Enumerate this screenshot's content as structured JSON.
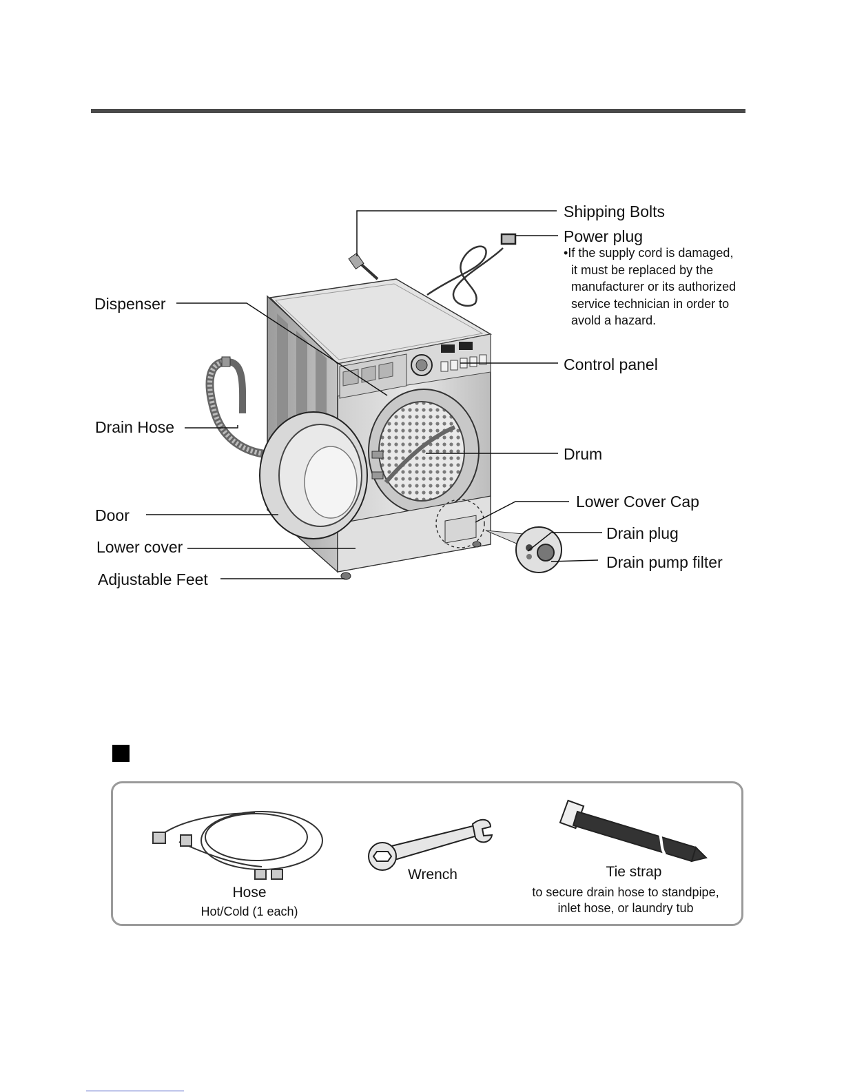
{
  "callouts": {
    "shipping_bolts": "Shipping Bolts",
    "power_plug": "Power plug",
    "power_note": {
      "bullet": "•",
      "lines": [
        "If the supply cord is damaged,",
        "it must be replaced by the",
        "manufacturer or its authorized",
        "service technician in order to",
        "avold a hazard."
      ]
    },
    "dispenser": "Dispenser",
    "control_panel": "Control panel",
    "drain_hose": "Drain Hose",
    "drum": "Drum",
    "lower_cover_cap": "Lower Cover Cap",
    "door": "Door",
    "drain_plug": "Drain plug",
    "lower_cover": "Lower cover",
    "drain_pump_filter": "Drain pump filter",
    "adjustable_feet": "Adjustable Feet"
  },
  "accessories": {
    "hose": {
      "title": "Hose",
      "sub": "Hot/Cold (1 each)"
    },
    "wrench": {
      "title": "Wrench"
    },
    "tie_strap": {
      "title": "Tie strap",
      "sub_lines": [
        "to secure drain hose to standpipe,",
        "inlet hose, or laundry tub"
      ]
    }
  },
  "colors": {
    "rule": "#4a4a4a",
    "box_border": "#9a9a9a",
    "machine_body": "#d6d6d6",
    "machine_shadow": "#a8a8a8"
  }
}
